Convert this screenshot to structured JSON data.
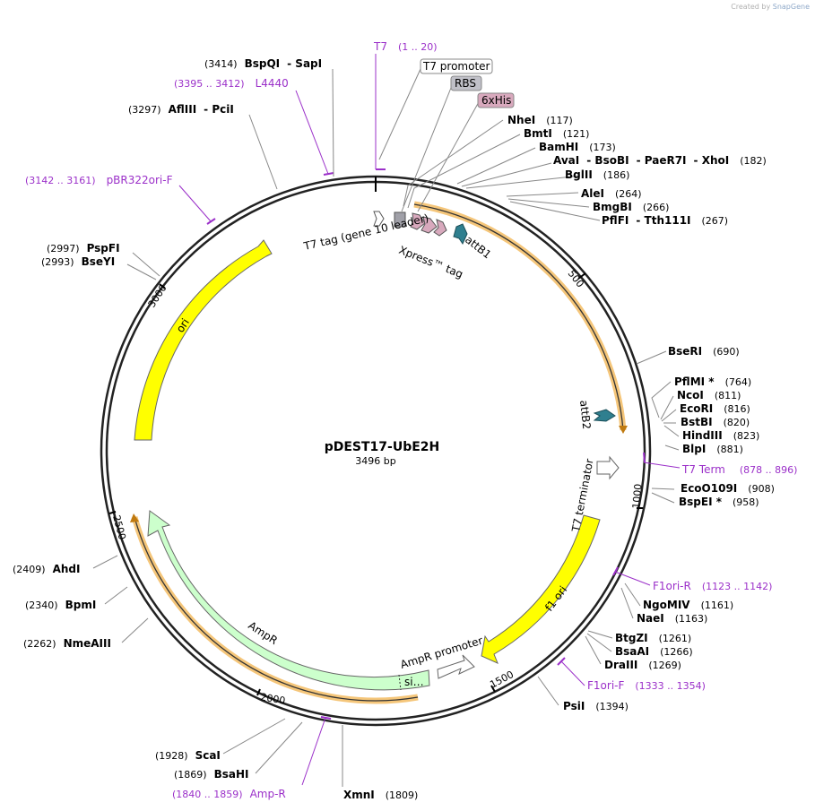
{
  "credit": {
    "prefix": "Created by",
    "brand": "SnapGene"
  },
  "plasmid": {
    "name": "pDEST17-UbE2H",
    "size_label": "3496 bp",
    "length": 3496
  },
  "ticks": [
    "500",
    "1000",
    "1500",
    "2000",
    "2500",
    "3000"
  ],
  "sites": [
    {
      "name": "BspQI",
      "name2": "SapI",
      "pos": "(3414)",
      "side": "left"
    },
    {
      "name": "AflIII",
      "name2": "PciI",
      "pos": "(3297)",
      "side": "left"
    },
    {
      "name": "PspFI",
      "pos": "(2997)",
      "side": "left"
    },
    {
      "name": "BseYI",
      "pos": "(2993)",
      "side": "left"
    },
    {
      "name": "AhdI",
      "pos": "(2409)",
      "side": "left"
    },
    {
      "name": "BpmI",
      "pos": "(2340)",
      "side": "left"
    },
    {
      "name": "NmeAIII",
      "pos": "(2262)",
      "side": "left"
    },
    {
      "name": "ScaI",
      "pos": "(1928)",
      "side": "left"
    },
    {
      "name": "BsaHI",
      "pos": "(1869)",
      "side": "left"
    },
    {
      "name": "XmnI",
      "pos": "(1809)",
      "side": "right"
    },
    {
      "name": "NheI",
      "pos": "(117)",
      "side": "right"
    },
    {
      "name": "BmtI",
      "pos": "(121)",
      "side": "right"
    },
    {
      "name": "BamHI",
      "pos": "(173)",
      "side": "right"
    },
    {
      "name": "AvaI",
      "name2": "BsoBI",
      "name3": "PaeR7I",
      "name4": "XhoI",
      "pos": "(182)",
      "side": "right"
    },
    {
      "name": "BglII",
      "pos": "(186)",
      "side": "right"
    },
    {
      "name": "AleI",
      "pos": "(264)",
      "side": "right"
    },
    {
      "name": "BmgBI",
      "pos": "(266)",
      "side": "right"
    },
    {
      "name": "PflFI",
      "name2": "Tth111I",
      "pos": "(267)",
      "side": "right"
    },
    {
      "name": "BseRI",
      "pos": "(690)",
      "side": "right"
    },
    {
      "name": "PflMI *",
      "pos": "(764)",
      "side": "right"
    },
    {
      "name": "NcoI",
      "pos": "(811)",
      "side": "right"
    },
    {
      "name": "EcoRI",
      "pos": "(816)",
      "side": "right"
    },
    {
      "name": "BstBI",
      "pos": "(820)",
      "side": "right"
    },
    {
      "name": "HindIII",
      "pos": "(823)",
      "side": "right"
    },
    {
      "name": "BlpI",
      "pos": "(881)",
      "side": "right"
    },
    {
      "name": "EcoO109I",
      "pos": "(908)",
      "side": "right"
    },
    {
      "name": "BspEI *",
      "pos": "(958)",
      "side": "right"
    },
    {
      "name": "NgoMIV",
      "pos": "(1161)",
      "side": "right"
    },
    {
      "name": "NaeI",
      "pos": "(1163)",
      "side": "right"
    },
    {
      "name": "BtgZI",
      "pos": "(1261)",
      "side": "right"
    },
    {
      "name": "BsaAI",
      "pos": "(1266)",
      "side": "right"
    },
    {
      "name": "DraIII",
      "pos": "(1269)",
      "side": "right"
    },
    {
      "name": "PsiI",
      "pos": "(1394)",
      "side": "right"
    }
  ],
  "primers": [
    {
      "name": "T7",
      "range": "(1 .. 20)"
    },
    {
      "name": "L4440",
      "range": "(3395 .. 3412)"
    },
    {
      "name": "pBR322ori-F",
      "range": "(3142 .. 3161)"
    },
    {
      "name": "T7 Term",
      "range": "(878 .. 896)"
    },
    {
      "name": "F1ori-R",
      "range": "(1123 .. 1142)"
    },
    {
      "name": "F1ori-F",
      "range": "(1333 .. 1354)"
    },
    {
      "name": "Amp-R",
      "range": "(1840 .. 1859)"
    }
  ],
  "boxed_features": [
    {
      "label": "T7 promoter",
      "fill": "#ffffff"
    },
    {
      "label": "RBS",
      "fill": "#c0c0c8"
    },
    {
      "label": "6xHis",
      "fill": "#d8a9bd"
    }
  ],
  "features": [
    {
      "label": "ori",
      "color": "#ffff00"
    },
    {
      "label": "f1 ori",
      "color": "#ffff00"
    },
    {
      "label": "AmpR",
      "color": "#ccffcc"
    },
    {
      "label": "AmpR promoter",
      "color": "#ffffff"
    },
    {
      "label": "T7 terminator",
      "color": "#ffffff"
    },
    {
      "label": "attB1",
      "color": "#2f7f8f"
    },
    {
      "label": "attB2",
      "color": "#2f7f8f"
    },
    {
      "label": "T7 tag (gene 10 leader)",
      "color": "#ffffff"
    },
    {
      "label": "Xpress™ tag",
      "color": "#d8a9bd"
    },
    {
      "label": "si…",
      "color": "#ccffcc"
    }
  ],
  "colors": {
    "orf": "#f5a623",
    "primer": "#9b30c9",
    "backbone": "#222222"
  }
}
